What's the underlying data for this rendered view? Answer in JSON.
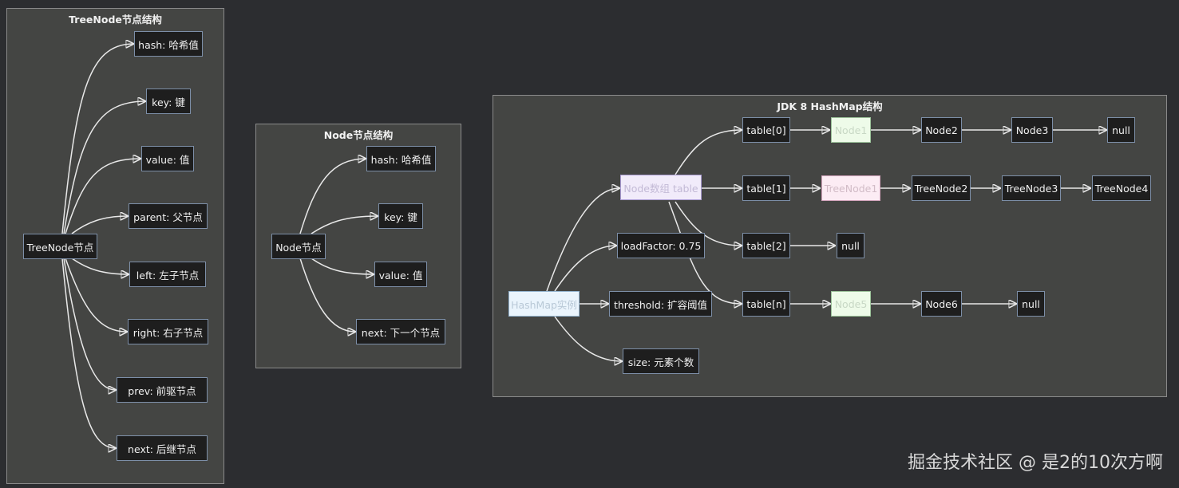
{
  "clusters": {
    "treenode": {
      "title": "TreeNode节点结构",
      "root": "TreeNode节点",
      "fields": [
        "hash: 哈希值",
        "key: 键",
        "value: 值",
        "parent: 父节点",
        "left: 左子节点",
        "right: 右子节点",
        "prev: 前驱节点",
        "next: 后继节点"
      ]
    },
    "node": {
      "title": "Node节点结构",
      "root": "Node节点",
      "fields": [
        "hash: 哈希值",
        "key: 键",
        "value: 值",
        "next: 下一个节点"
      ]
    },
    "hashmap": {
      "title": "JDK 8 HashMap结构",
      "instance": "HashMap实例",
      "table": "Node数组 table",
      "load_factor": "loadFactor: 0.75",
      "threshold": "threshold: 扩容阈值",
      "size": "size: 元素个数",
      "buckets": [
        {
          "label": "table[0]",
          "chain": [
            "Node1",
            "Node2",
            "Node3",
            "null"
          ]
        },
        {
          "label": "table[1]",
          "chain": [
            "TreeNode1",
            "TreeNode2",
            "TreeNode3",
            "TreeNode4"
          ]
        },
        {
          "label": "table[2]",
          "chain": [
            "null"
          ]
        },
        {
          "label": "table[n]",
          "chain": [
            "Node5",
            "Node6",
            "null"
          ]
        }
      ]
    }
  },
  "colors": {
    "background": "#2c2d30",
    "cluster_fill": "#444543",
    "node_fill": "#1e1e1e",
    "node_border": "#7d8fa8",
    "highlight_green": "#eefbe9",
    "highlight_pink": "#fcecf4",
    "highlight_lilac": "#f1ebfa",
    "highlight_blue": "#eaf4fc"
  },
  "watermark": "掘金技术社区 @ 是2的10次方啊"
}
